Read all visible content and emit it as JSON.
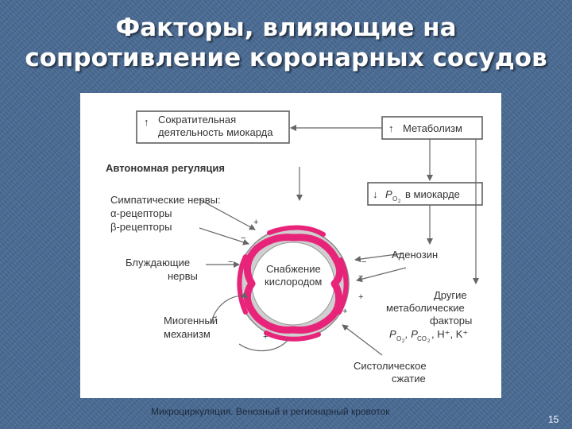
{
  "slide": {
    "title_line1": "Факторы, влияющие на",
    "title_line2": "сопротивление коронарных сосудов",
    "caption": "Микроциркуляция. Венозный и регионарный кровоток",
    "page_number": "15"
  },
  "diagram": {
    "box_contractility_line1": "Сократительная",
    "box_contractility_line2": "деятельность миокарда",
    "box_metabolism": "Метаболизм",
    "box_po2_p": "P",
    "box_po2_sub": "O",
    "box_po2_subsub": "2",
    "box_po2_rest": "в миокарде",
    "autonomic_heading": "Автономная регуляция",
    "sympathetic_line1": "Симпатические нервы:",
    "sympathetic_line2": "α-рецепторы",
    "sympathetic_line3": "β-рецепторы",
    "vagus_line1": "Блуждающие",
    "vagus_line2": "нервы",
    "myogenic_line1": "Миогенный",
    "myogenic_line2": "механизм",
    "center_line1": "Снабжение",
    "center_line2": "кислородом",
    "adenosine": "Аденозин",
    "other_line1": "Другие",
    "other_line2": "метаболические",
    "other_line3": "факторы",
    "other_line4": "P",
    "other_line4_sub1": "O",
    "other_line4_sub1b": "2",
    "other_line4_mid": ", P",
    "other_line4_sub2": "CO",
    "other_line4_sub2b": "2",
    "other_line4_end": ", H⁺, K⁺",
    "systolic_line1": "Систолическое",
    "systolic_line2": "сжатие",
    "sign_plus": "+",
    "sign_minus": "−",
    "sign_up_arrow": "↑",
    "sign_down_arrow": "↓"
  },
  "colors": {
    "background": "#4a6b94",
    "ring_gray": "#c9c9c9",
    "vessel_pink": "#e8247a",
    "line": "#666666"
  }
}
